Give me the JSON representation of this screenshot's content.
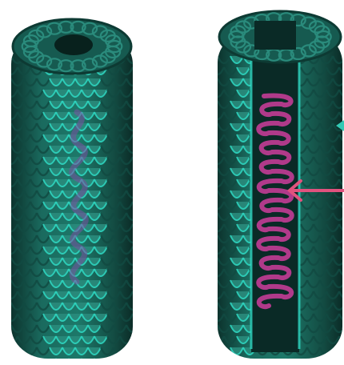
{
  "colors": {
    "background": "#ffffff",
    "capsid_dark": "#0f3d36",
    "capsid_mid": "#1a6a5e",
    "capsid_scale": "#2a8b7c",
    "capsid_scale_outline": "#124a42",
    "capsid_highlight": "#2fd6c0",
    "interior_dark": "#0a2a26",
    "genome_left": "#7a4fa0",
    "genome_right": "#b03a8a",
    "arrow_pink": "#e0527e",
    "arrow_teal": "#33c9b4"
  },
  "figures": [
    {
      "id": "intact-virion",
      "description_icon": "tube-virus-icon",
      "cutaway": false
    },
    {
      "id": "cutaway-virion",
      "description_icon": "tube-virus-cutaway-icon",
      "cutaway": true
    }
  ],
  "pointers": [
    {
      "id": "genome-pointer",
      "color_key": "arrow_pink",
      "direction": "left",
      "icon": "arrow-left-icon"
    },
    {
      "id": "capsid-pointer",
      "color_key": "arrow_teal",
      "direction": "left",
      "icon": "arrow-left-icon"
    }
  ]
}
